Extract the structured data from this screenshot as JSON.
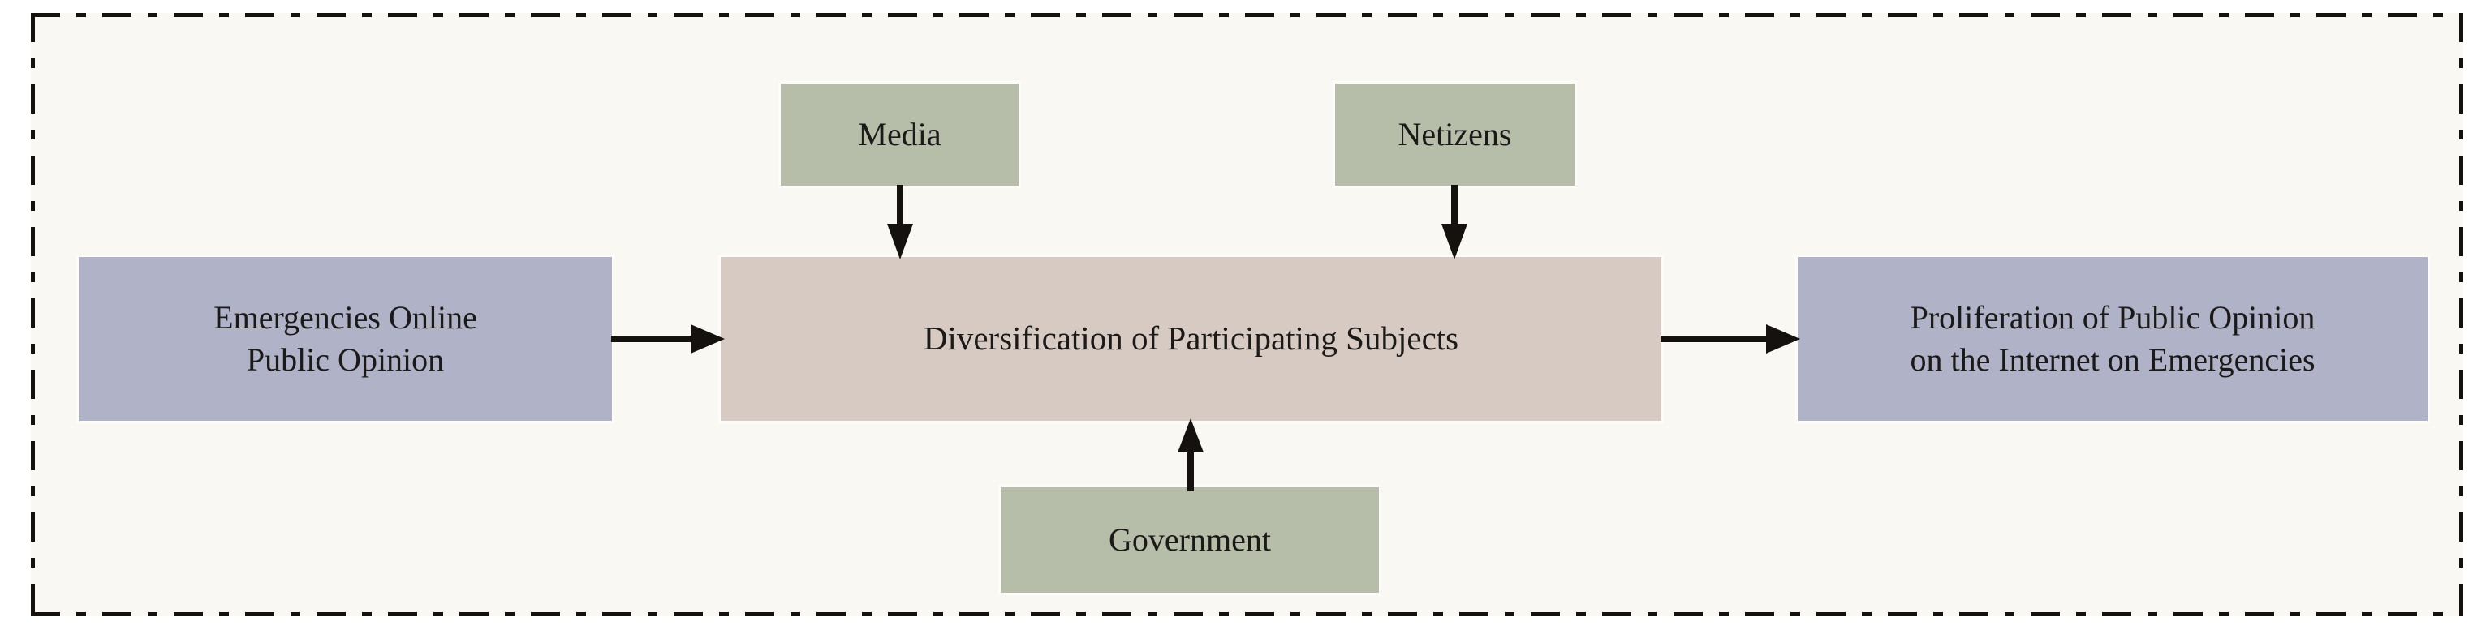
{
  "diagram": {
    "type": "flow-diagram",
    "background_color": "#faf8f3",
    "frame": {
      "style": "dash-dot",
      "color": "#14110f"
    },
    "nodes": [
      {
        "id": "source",
        "label": "Emergencies Online\nPublic Opinion",
        "color": "#b0b2c8",
        "role": "input"
      },
      {
        "id": "center",
        "label": "Diversification of Participating Subjects",
        "color": "#d7cac2",
        "role": "process"
      },
      {
        "id": "outcome",
        "label": "Proliferation of Public Opinion\non the Internet on Emergencies",
        "color": "#b0b2c8",
        "role": "output"
      },
      {
        "id": "media",
        "label": "Media",
        "color": "#b6bda8",
        "role": "actor"
      },
      {
        "id": "netizens",
        "label": "Netizens",
        "color": "#b6bda8",
        "role": "actor"
      },
      {
        "id": "government",
        "label": "Government",
        "color": "#b6bda8",
        "role": "actor"
      }
    ],
    "edges": [
      {
        "from": "source",
        "to": "center",
        "direction": "right"
      },
      {
        "from": "center",
        "to": "outcome",
        "direction": "right"
      },
      {
        "from": "media",
        "to": "center",
        "direction": "down"
      },
      {
        "from": "netizens",
        "to": "center",
        "direction": "down"
      },
      {
        "from": "government",
        "to": "center",
        "direction": "up"
      }
    ]
  }
}
